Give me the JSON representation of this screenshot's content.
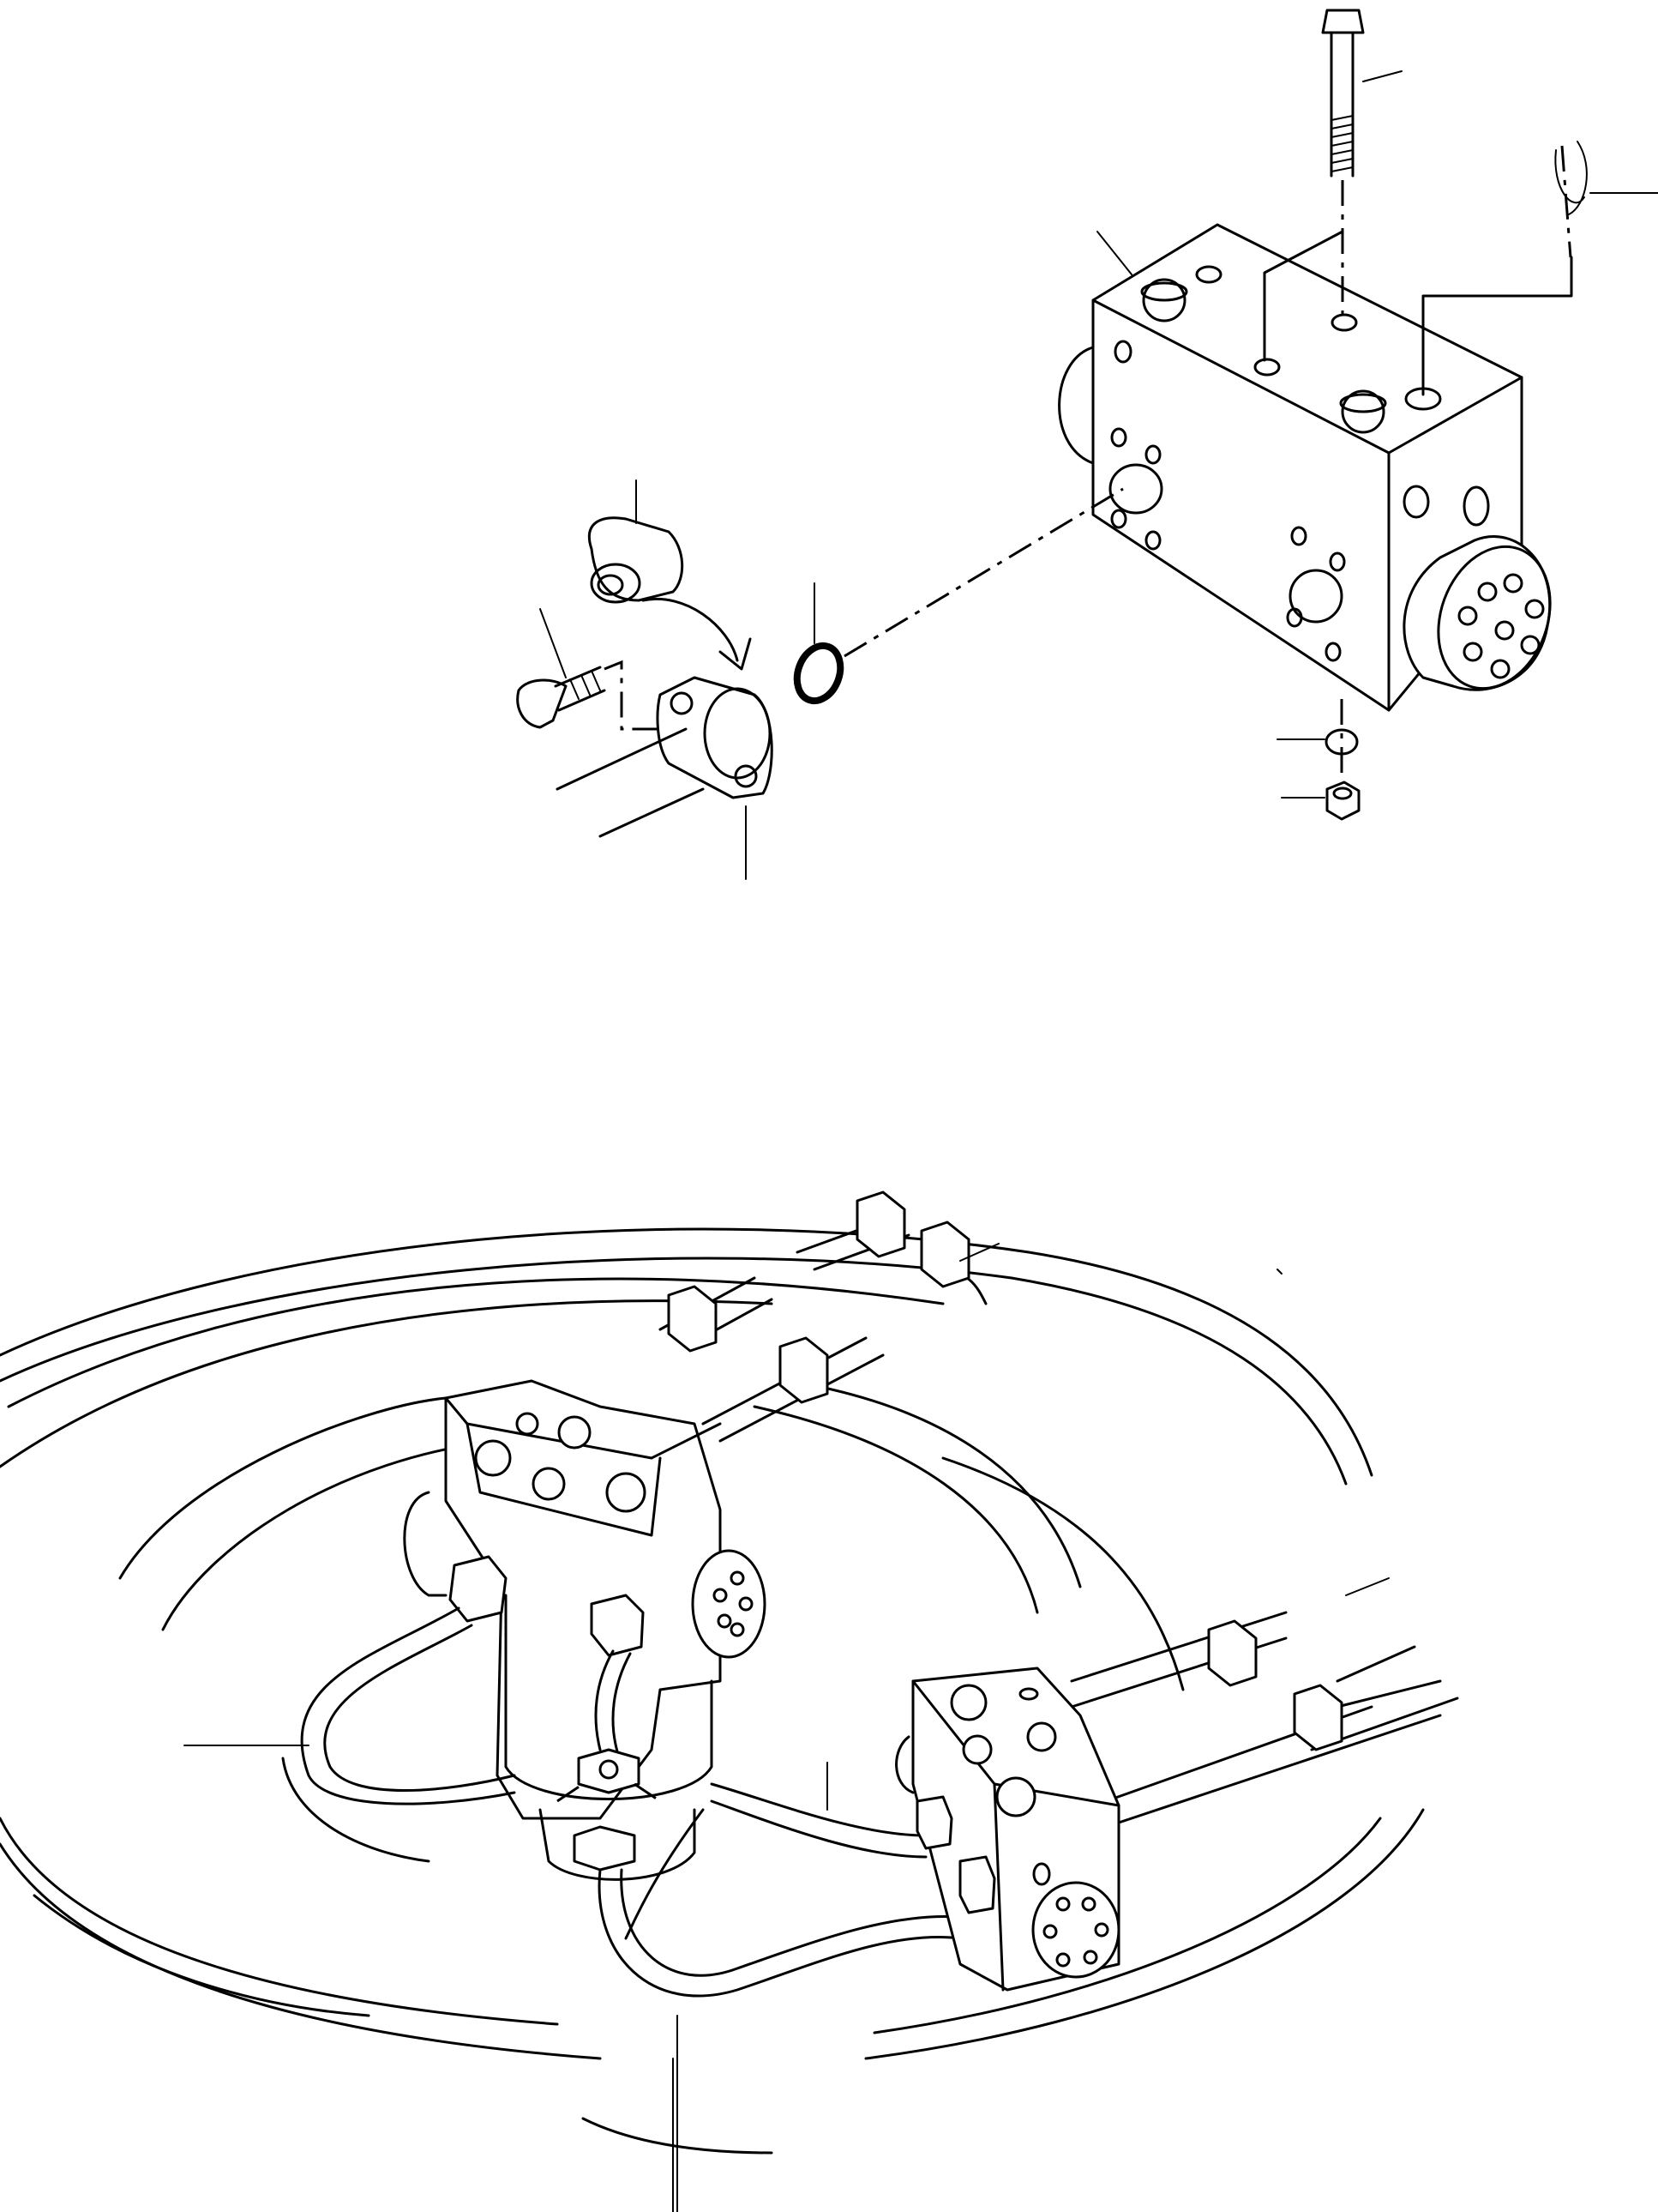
{
  "diagram": {
    "parts_top": [
      {
        "name": "bolt-long"
      },
      {
        "name": "pressure-fitting"
      },
      {
        "name": "valve-block"
      },
      {
        "name": "plug"
      },
      {
        "name": "cap-screw"
      },
      {
        "name": "o-ring"
      },
      {
        "name": "split-flange"
      },
      {
        "name": "washer"
      },
      {
        "name": "nut"
      }
    ],
    "parts_bottom": [
      {
        "name": "swivel-joint"
      },
      {
        "name": "hose"
      },
      {
        "name": "valve-block-assembly"
      },
      {
        "name": "clamp"
      },
      {
        "name": "hydraulic-tube"
      }
    ]
  }
}
